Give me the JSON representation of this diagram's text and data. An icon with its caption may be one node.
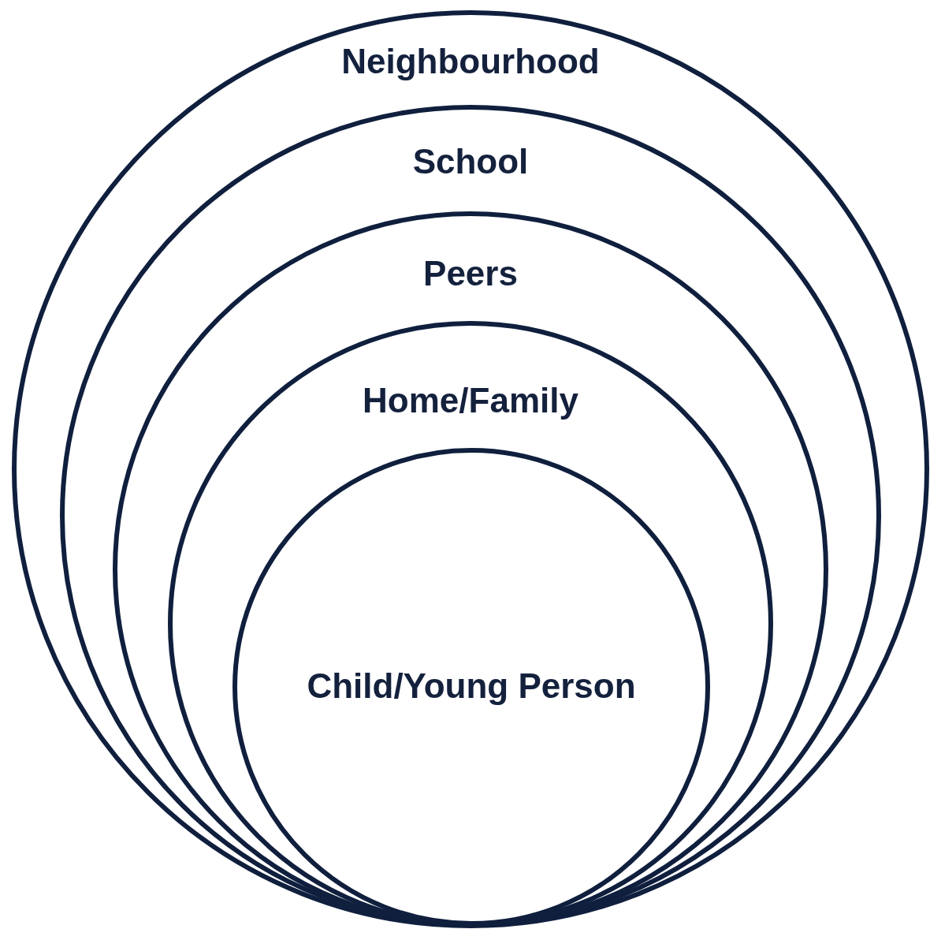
{
  "diagram": {
    "nodes": [
      {
        "text": [
          "Neighbourhood"
        ]
      },
      {
        "text": [
          "School"
        ],
        "in": 0
      },
      {
        "text": [
          "Peers"
        ],
        "in": 1
      },
      {
        "text": [
          "Home/Family"
        ],
        "in": 2
      },
      {
        "text": [
          "Child/Young Person"
        ],
        "in": 3
      }
    ]
  }
}
